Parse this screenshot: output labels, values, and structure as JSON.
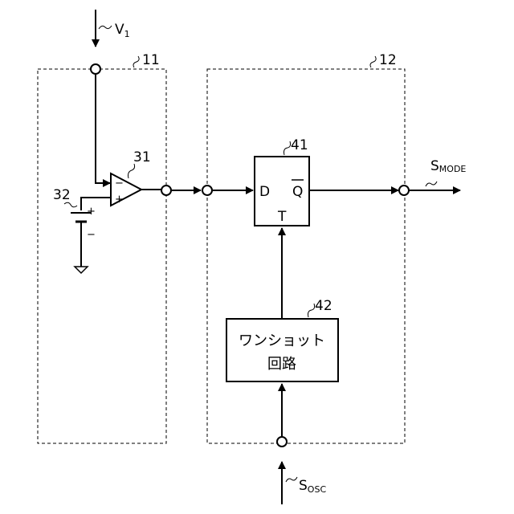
{
  "signals": {
    "v1": {
      "main": "V",
      "sub": "1"
    },
    "smode": {
      "main": "S",
      "sub": "MODE"
    },
    "sosc": {
      "main": "S",
      "sub": "OSC"
    }
  },
  "refs": {
    "block_11": "11",
    "block_12": "12",
    "comparator_31": "31",
    "battery_32": "32",
    "flipflop_41": "41",
    "oneshot_42": "42"
  },
  "flipflop": {
    "d": "D",
    "q": "Q",
    "t": "T"
  },
  "comparator": {
    "minus": "−",
    "plus": "+"
  },
  "battery": {
    "plus": "+",
    "minus": "−"
  },
  "oneshot": {
    "line1": "ワンショット",
    "line2": "回路"
  }
}
